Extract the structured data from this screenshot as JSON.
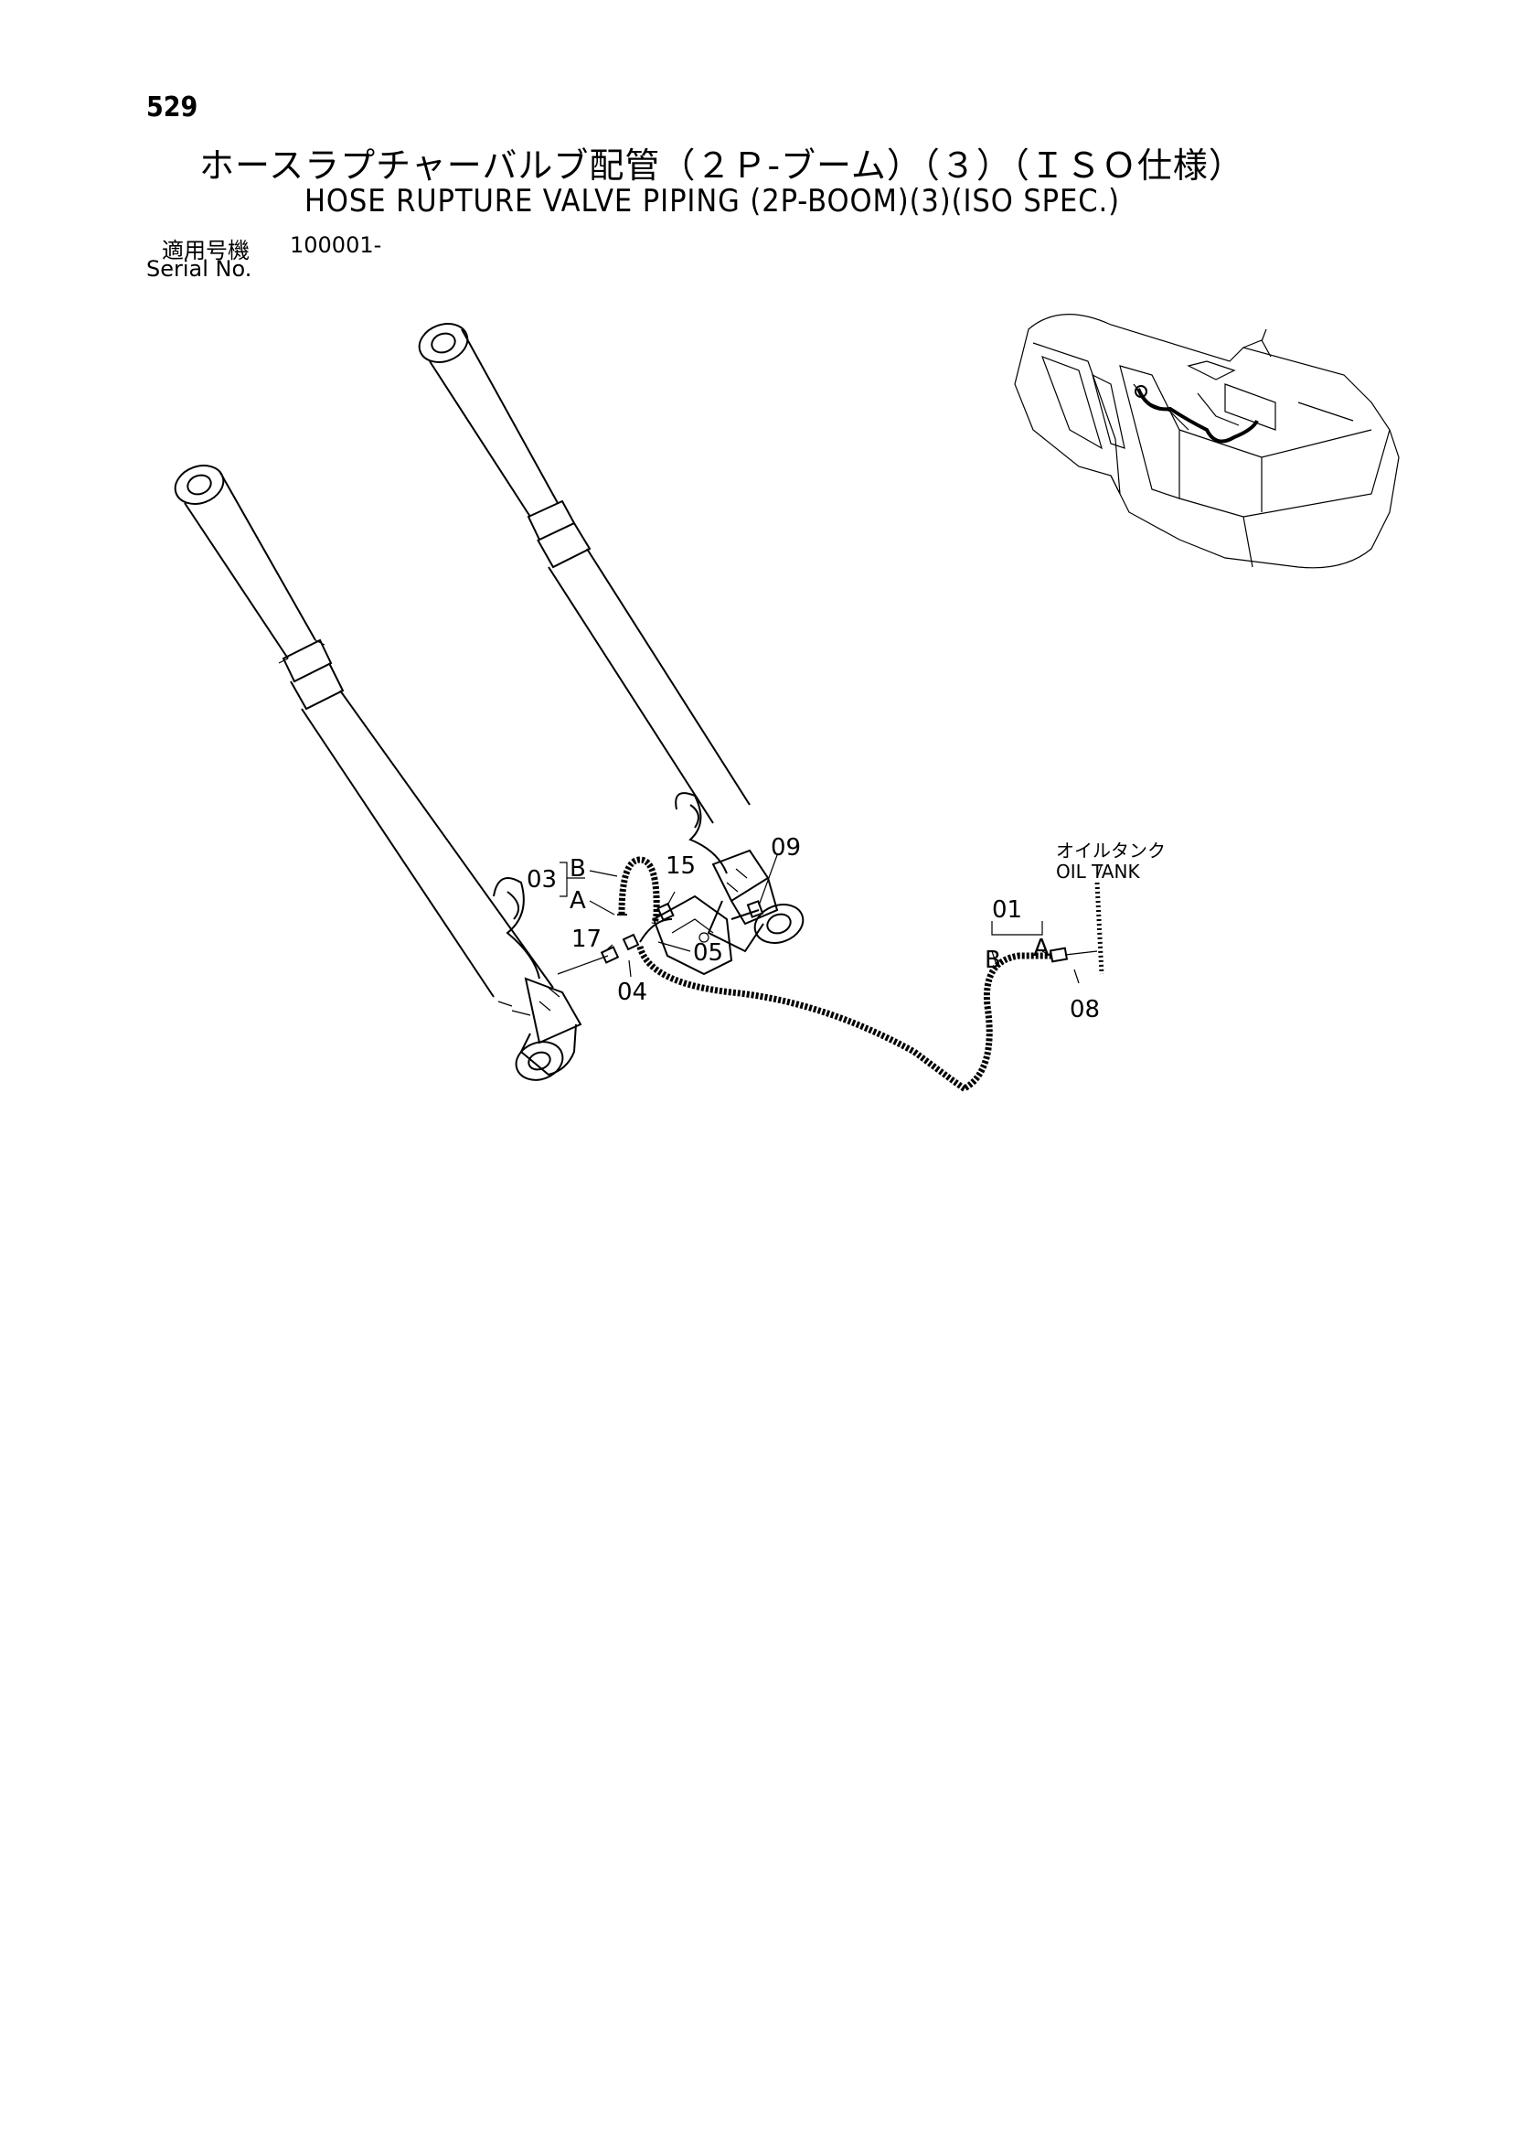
{
  "page": {
    "number": "529",
    "title_ja": "ホースラプチャーバルブ配管（２Ｐ-ブーム）（３）（ＩＳＯ仕様）",
    "title_en": "HOSE RUPTURE VALVE PIPING (2P-BOOM)(3)(ISO SPEC.)",
    "serial_label_ja": "適用号機",
    "serial_value": "100001-",
    "serial_label_en": "Serial No."
  },
  "diagram": {
    "callouts": {
      "p01": "01",
      "p03": "03",
      "p04": "04",
      "p05": "05",
      "p08": "08",
      "p09": "09",
      "p15": "15",
      "p17": "17",
      "end_a_left": "A",
      "end_b_left": "B",
      "end_a_right": "A",
      "end_b_right": "B",
      "oil_tank_ja": "オイルタンク",
      "oil_tank_en": "OIL TANK"
    }
  }
}
